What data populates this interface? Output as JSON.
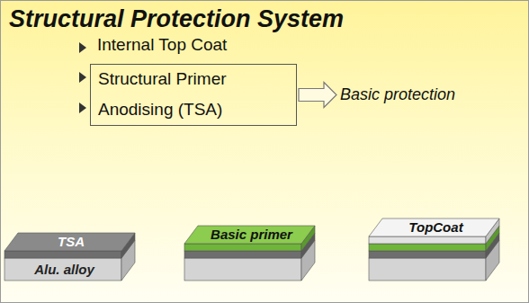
{
  "diagram": {
    "title": "Structural Protection System",
    "nodes": [
      {
        "text": [
          "Structural Primer",
          "Anodising (TSA)"
        ]
      },
      {
        "text": [
          "Basic protection"
        ]
      },
      {
        "text": [
          "TSA"
        ]
      },
      {
        "text": [
          "Alu. alloy"
        ]
      },
      {
        "text": [
          "Basic primer"
        ]
      },
      {
        "text": [
          "TopCoat"
        ]
      }
    ],
    "edges": [
      {
        "from": 0,
        "to": 1,
        "arrow": "to"
      }
    ],
    "labels": [
      "Internal Top Coat"
    ]
  }
}
